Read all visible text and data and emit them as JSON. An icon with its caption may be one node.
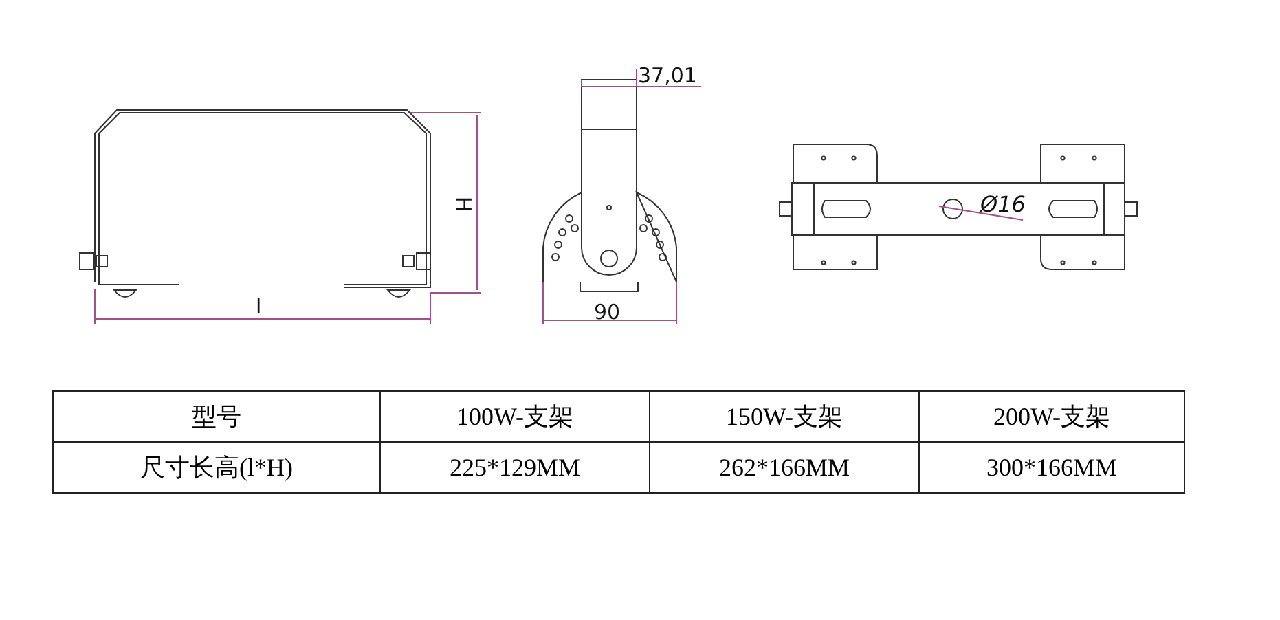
{
  "diagram": {
    "labels": [
      "37,01",
      "H",
      "Ø16",
      "l",
      "90",
      "型号",
      "100W-支架",
      "150W-支架",
      "200W-支架",
      "尺寸长高(l*H)",
      "225*129MM",
      "262*166MM",
      "300*166MM"
    ]
  }
}
